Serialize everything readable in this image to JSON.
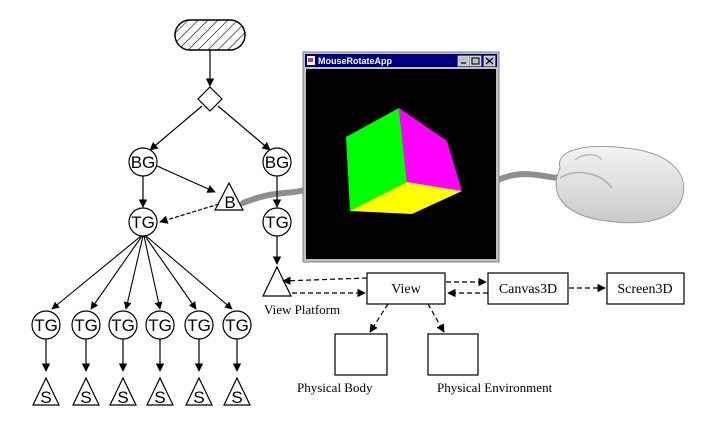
{
  "nodes": {
    "bg_label": "BG",
    "tg_label": "TG",
    "behavior_label": "B",
    "shape_label": "S"
  },
  "view_platform_label": "View Platform",
  "view_label": "View",
  "canvas3d_label": "Canvas3D",
  "screen3d_label": "Screen3D",
  "physical_body_label": "Physical Body",
  "physical_environment_label": "Physical Environment",
  "window": {
    "title": "MouseRotateApp",
    "controls": [
      "_",
      "□",
      "×"
    ],
    "cube_colors": {
      "left": "#00ff00",
      "right": "#ff00ff",
      "bottom": "#ffff00"
    }
  },
  "icons": [
    "locale-hatched-terminal",
    "virtual-universe-diamond",
    "java-cup-icon",
    "mouse-icon"
  ]
}
